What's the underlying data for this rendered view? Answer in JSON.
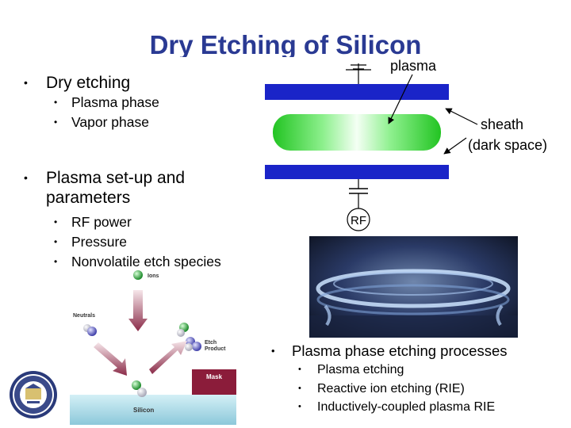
{
  "slide": {
    "title": "Dry Etching of Silicon",
    "bullets": [
      {
        "text": "Dry etching",
        "sub": [
          "Plasma phase",
          "Vapor phase"
        ]
      },
      {
        "text": "Plasma set-up and parameters",
        "sub": [
          "RF power",
          "Pressure",
          "Nonvolatile etch species"
        ]
      }
    ],
    "bottom_bullet": {
      "text": "Plasma phase etching processes",
      "sub": [
        "Plasma etching",
        "Reactive ion etching (RIE)",
        "Inductively-coupled plasma RIE"
      ]
    }
  },
  "reactor_diagram": {
    "plasma_label": "plasma",
    "sheath_label": "sheath",
    "dark_space_label": "(dark space)",
    "rf_label": "RF"
  },
  "etch_diagram": {
    "ions_label": "Ions",
    "neutrals_label": "Neutrals",
    "etch_product_label_1": "Etch",
    "etch_product_label_2": "Product",
    "mask_label": "Mask",
    "silicon_label": "Silicon"
  },
  "colors": {
    "title": "#2a3a93",
    "electrode": "#1a24c8",
    "plasma_green": "#22cc22",
    "mask": "#8b1c3a",
    "silicon": "#a8dce8"
  },
  "icons": [
    "uc-seal-logo",
    "plasma-chamber-photo"
  ]
}
